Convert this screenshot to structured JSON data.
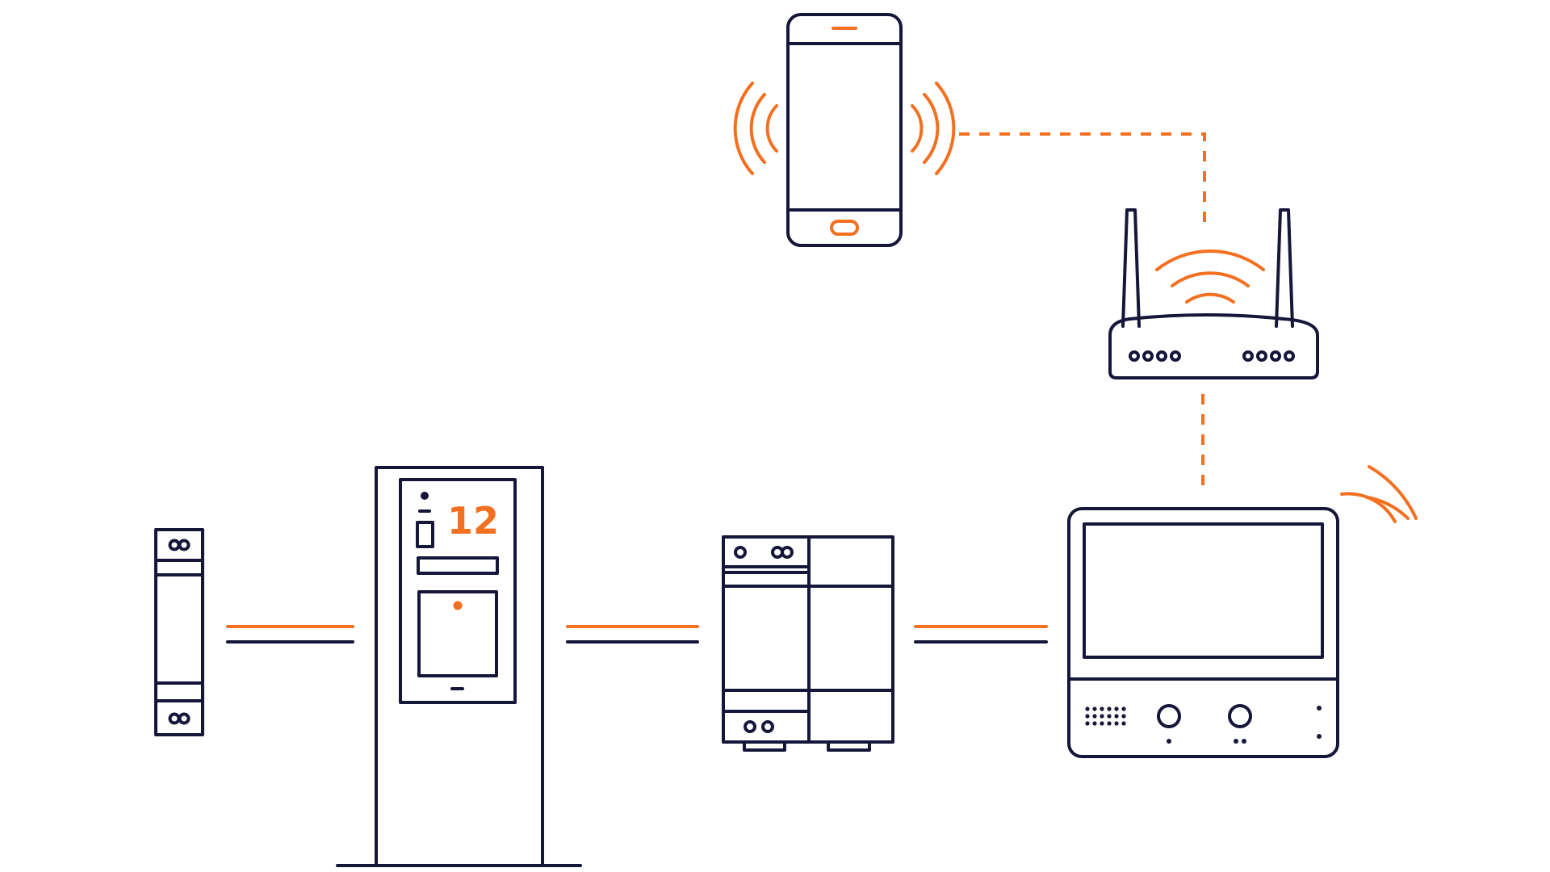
{
  "intercom_panel": {
    "apartment_number": "12"
  },
  "colors": {
    "outline": "#16163a",
    "accent": "#f37021",
    "background": "#ffffff"
  },
  "devices": [
    {
      "name": "din-rail-module",
      "icon": "din-rail-module-icon"
    },
    {
      "name": "door-station-pillar",
      "icon": "door-station-icon"
    },
    {
      "name": "power-supply-unit",
      "icon": "power-supply-icon"
    },
    {
      "name": "indoor-video-monitor",
      "icon": "video-monitor-icon"
    },
    {
      "name": "wifi-router",
      "icon": "router-icon"
    },
    {
      "name": "smartphone",
      "icon": "smartphone-icon"
    }
  ],
  "connections": [
    {
      "from": "din-rail-module",
      "to": "door-station-pillar",
      "type": "wired"
    },
    {
      "from": "door-station-pillar",
      "to": "power-supply-unit",
      "type": "wired"
    },
    {
      "from": "power-supply-unit",
      "to": "indoor-video-monitor",
      "type": "wired"
    },
    {
      "from": "indoor-video-monitor",
      "to": "wifi-router",
      "type": "wireless"
    },
    {
      "from": "wifi-router",
      "to": "smartphone",
      "type": "wireless"
    }
  ]
}
